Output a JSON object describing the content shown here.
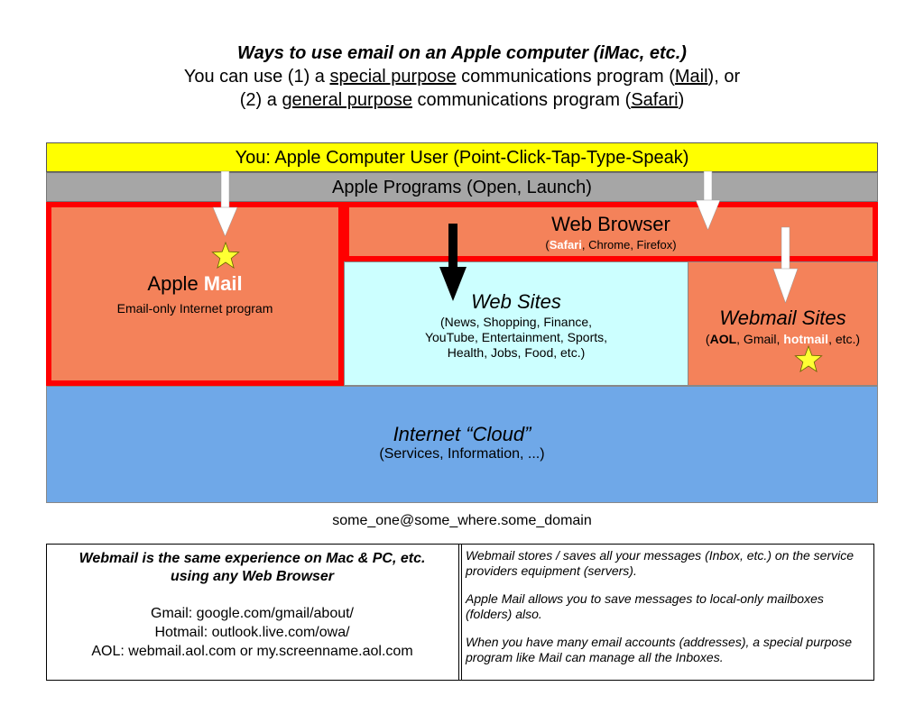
{
  "header": {
    "title": "Ways to use email on an Apple computer (iMac, etc.)",
    "line2": {
      "a": "You can use (1) a ",
      "b": "special purpose",
      "c": " communications program (",
      "d": "Mail",
      "e": "), or"
    },
    "line3": {
      "a": "(2) a ",
      "b": "general purpose",
      "c": " communications program (",
      "d": "Safari",
      "e": ")"
    }
  },
  "diagram": {
    "user_bar": "You: Apple Computer User (Point-Click-Tap-Type-Speak)",
    "programs_bar": "Apple Programs (Open, Launch)",
    "mail": {
      "title_a": "Apple ",
      "title_b": "Mail",
      "subtitle": "Email-only Internet program"
    },
    "browser": {
      "title": "Web Browser",
      "sub_open": "(",
      "sub_safari": "Safari",
      "sub_rest": ", Chrome, Firefox)"
    },
    "websites": {
      "title": "Web Sites",
      "lines": [
        "(News, Shopping, Finance,",
        "YouTube, Entertainment, Sports,",
        "Health, Jobs, Food, etc.)"
      ]
    },
    "webmail": {
      "title": "Webmail Sites",
      "sub_open": "(",
      "sub_aol": "AOL",
      "sub_mid": ", Gmail, ",
      "sub_hotmail": "hotmail",
      "sub_end": ", etc.)"
    },
    "cloud": {
      "title": "Internet “Cloud”",
      "subtitle": "(Services, Information, ...)"
    },
    "email_address": "some_one@some_where.some_domain"
  },
  "info": {
    "left": {
      "title_line1": "Webmail is the same experience on Mac & PC, etc.",
      "title_line2": "using any Web Browser",
      "gmail": "Gmail: google.com/gmail/about/",
      "hotmail": "Hotmail: outlook.live.com/owa/",
      "aol": "AOL: webmail.aol.com or my.screenname.aol.com"
    },
    "right": {
      "p1": "Webmail stores / saves all your messages (Inbox, etc.) on the service providers equipment (servers).",
      "p2": "Apple Mail allows you to save messages to local-only mailboxes (folders) also.",
      "p3": "When you have many email accounts (addresses), a special purpose program like Mail can manage all the Inboxes."
    }
  },
  "colors": {
    "user_bar": "#ffff00",
    "programs_bar": "#a6a6a6",
    "orange": "#f4825a",
    "red_border": "#ff0000",
    "websites": "#ccffff",
    "cloud": "#6fa8e8",
    "star": "#ffff33"
  }
}
